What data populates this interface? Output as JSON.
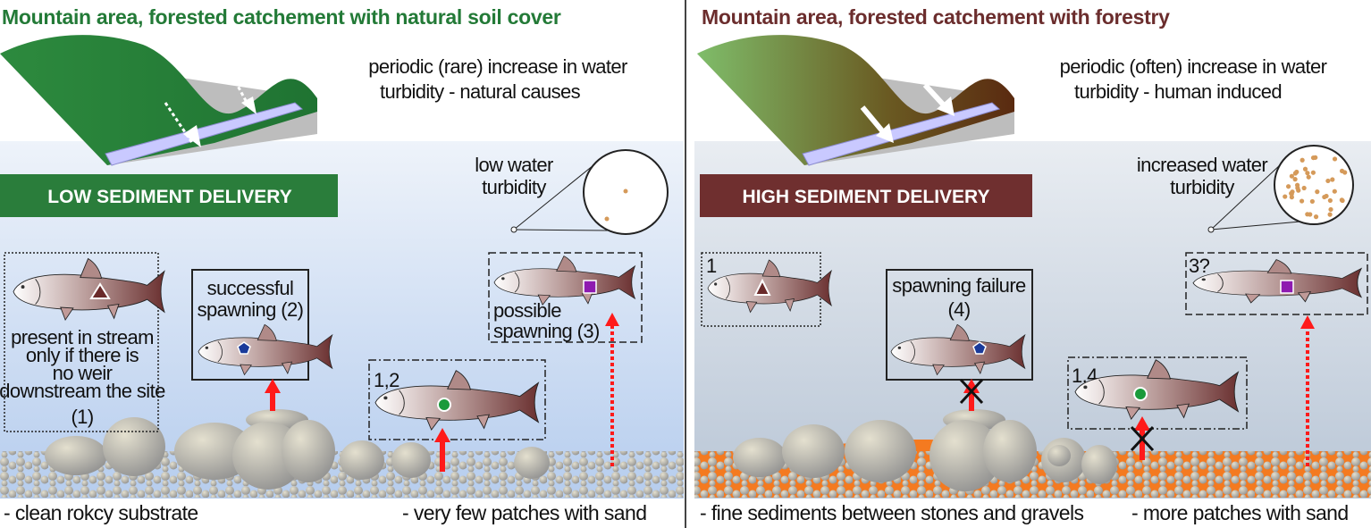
{
  "colors": {
    "natural_title": "#237a37",
    "forestry_title": "#6b2d2d",
    "natural_banner": "#2a7d3b",
    "forestry_banner": "#6f2f2f",
    "fine_sediment": "#f47a20",
    "arrow": "#ff1a1a"
  },
  "left": {
    "title": "Mountain area, forested catchement with natural soil cover",
    "description": [
      "periodic (rare) increase in water",
      "turbidity - natural causes"
    ],
    "banner": "LOW SEDIMENT DELIVERY",
    "turbidity_label": [
      "low water",
      "turbidity"
    ],
    "box1": [
      "present in stream",
      "only if there is",
      "no weir",
      "downstream the site",
      "(1)"
    ],
    "box2": [
      "successful",
      "spawning (2)"
    ],
    "box3": "1,2",
    "box4": [
      "possible",
      "spawning (3)"
    ],
    "caption_left": "- clean rokcy substrate",
    "caption_right": "- very few patches with sand"
  },
  "right": {
    "title": "Mountain area, forested catchement with forestry",
    "description": [
      "periodic (often) increase in water",
      "turbidity - human induced"
    ],
    "banner": "HIGH SEDIMENT DELIVERY",
    "turbidity_label": [
      "increased water",
      "turbidity"
    ],
    "box1": "1",
    "box2": [
      "spawning failure",
      "(4)"
    ],
    "box3": "1,4",
    "box4": "3?",
    "caption_left": "- fine sediments between stones and gravels",
    "caption_right": "- more patches with sand"
  },
  "icons": {
    "species1": "triangle",
    "species2": "pentagon",
    "species3": "square",
    "species12": "circle"
  }
}
